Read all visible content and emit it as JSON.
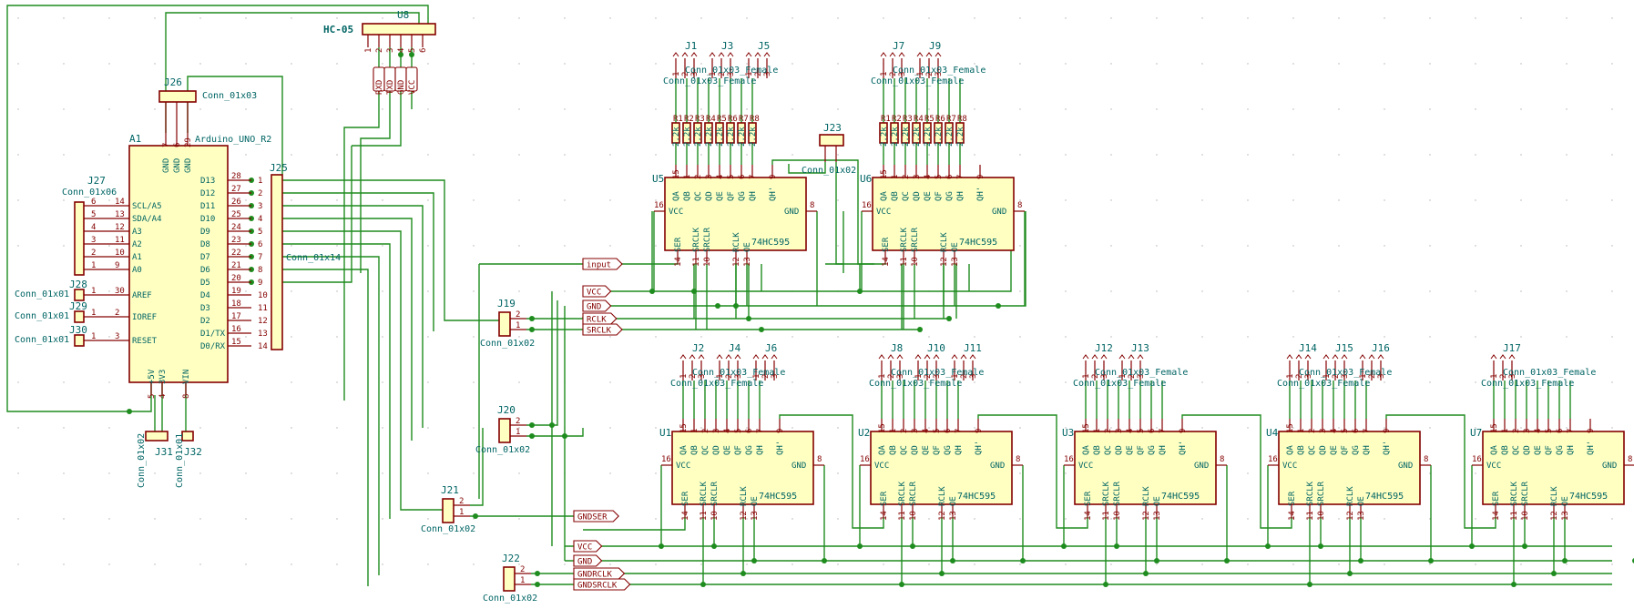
{
  "colors": {
    "wire": "#1e8c1e",
    "component_outline": "#840000",
    "component_fill": "#ffffc2",
    "reference_text": "#006464",
    "pin_text": "#840000",
    "label_text": "#840000",
    "background": "#ffffff"
  },
  "bluetooth": {
    "ref": "U8",
    "value": "HC-05",
    "pins": [
      "1",
      "2",
      "3",
      "4",
      "5",
      "6"
    ],
    "signals": [
      "RXD",
      "TXD",
      "GND",
      "VCC"
    ]
  },
  "arduino": {
    "ref": "A1",
    "value": "Arduino_UNO_R2",
    "left_pins": [
      "SCL/A5",
      "SDA/A4",
      "A3",
      "A2",
      "A1",
      "A0",
      "AREF",
      "IOREF",
      "RESET"
    ],
    "left_pin_numbers": [
      "14",
      "13",
      "12",
      "11",
      "10",
      "9",
      "30",
      "2",
      "3"
    ],
    "right_pins": [
      "D13",
      "D12",
      "D11",
      "D10",
      "D9",
      "D8",
      "D7",
      "D6",
      "D5",
      "D4",
      "D3",
      "D2",
      "D1/TX",
      "D0/RX"
    ],
    "right_pin_numbers": [
      "28",
      "27",
      "26",
      "25",
      "24",
      "23",
      "22",
      "21",
      "20",
      "19",
      "18",
      "17",
      "16",
      "15"
    ],
    "top_pins": [
      "GND",
      "GND",
      "GND"
    ],
    "top_pin_numbers": [
      "7",
      "6",
      "29"
    ],
    "bottom_pins": [
      "+5V",
      "3V3",
      "VIN"
    ],
    "bottom_pin_numbers": [
      "5",
      "4",
      "8"
    ]
  },
  "connectors": {
    "J26": {
      "ref": "J26",
      "value": "Conn_01x03"
    },
    "J25": {
      "ref": "J25",
      "value": "Conn_01x14",
      "pins": [
        "1",
        "2",
        "3",
        "4",
        "5",
        "6",
        "7",
        "8",
        "9",
        "10",
        "11",
        "12",
        "13",
        "14"
      ]
    },
    "J27": {
      "ref": "J27",
      "value": "Conn_01x06",
      "pins": [
        "6",
        "5",
        "4",
        "3",
        "2",
        "1"
      ]
    },
    "J28": {
      "ref": "J28",
      "value": "Conn_01x01"
    },
    "J29": {
      "ref": "J29",
      "value": "Conn_01x01"
    },
    "J30": {
      "ref": "J30",
      "value": "Conn_01x01"
    },
    "J31": {
      "ref": "J31",
      "value": "Conn_01x02"
    },
    "J32": {
      "ref": "J32",
      "value": "Conn_01x01"
    },
    "J19": {
      "ref": "J19",
      "value": "Conn_01x02"
    },
    "J20": {
      "ref": "J20",
      "value": "Conn_01x02"
    },
    "J21": {
      "ref": "J21",
      "value": "Conn_01x02"
    },
    "J22": {
      "ref": "J22",
      "value": "Conn_01x02"
    },
    "J23": {
      "ref": "J23",
      "value": "Conn_01x02"
    }
  },
  "female_value": "Conn_01x03_Female",
  "conn_value": "Conn_01x03",
  "chip_value": "74HC595",
  "chip_pins": {
    "top_names": [
      "QA",
      "QB",
      "QC",
      "QD",
      "QE",
      "QF",
      "QG",
      "QH",
      "QH'"
    ],
    "top_numbers": [
      "15",
      "1",
      "2",
      "3",
      "4",
      "5",
      "6",
      "7",
      "9"
    ],
    "vcc": "VCC",
    "gnd": "GND",
    "vcc_num": "16",
    "gnd_num": "8",
    "bottom_names": [
      "SER",
      "SRCLK",
      "SRCLR",
      "RCLK",
      "OE"
    ],
    "bottom_numbers": [
      "14",
      "11",
      "10",
      "12",
      "13"
    ]
  },
  "resistors": {
    "labels": [
      "R1",
      "R2",
      "R3",
      "R4",
      "R5",
      "R6",
      "R7",
      "R8"
    ],
    "value": "2.2k"
  },
  "chips_top": [
    {
      "ref": "U5",
      "jacks": [
        "J1",
        "J3",
        "J5"
      ]
    },
    {
      "ref": "U6",
      "jacks": [
        "J7",
        "J9"
      ]
    }
  ],
  "chips_bottom": [
    {
      "ref": "U1",
      "jacks": [
        "J2",
        "J4",
        "J6"
      ]
    },
    {
      "ref": "U2",
      "jacks": [
        "J8",
        "J10",
        "J11"
      ]
    },
    {
      "ref": "U3",
      "jacks": [
        "J12",
        "J13"
      ]
    },
    {
      "ref": "U4",
      "jacks": [
        "J14",
        "J15",
        "J16"
      ]
    },
    {
      "ref": "U7",
      "jacks": [
        "J17"
      ]
    }
  ],
  "net_labels": {
    "input": "input",
    "vcc": "VCC",
    "gnd": "GND",
    "rclk": "RCLK",
    "srclk": "SRCLK",
    "gndser": "GNDSER",
    "vcc2": "VCC",
    "gnd2": "GND",
    "gndrclk": "GNDRCLK",
    "gndsrclk": "GNDSRCLK"
  }
}
